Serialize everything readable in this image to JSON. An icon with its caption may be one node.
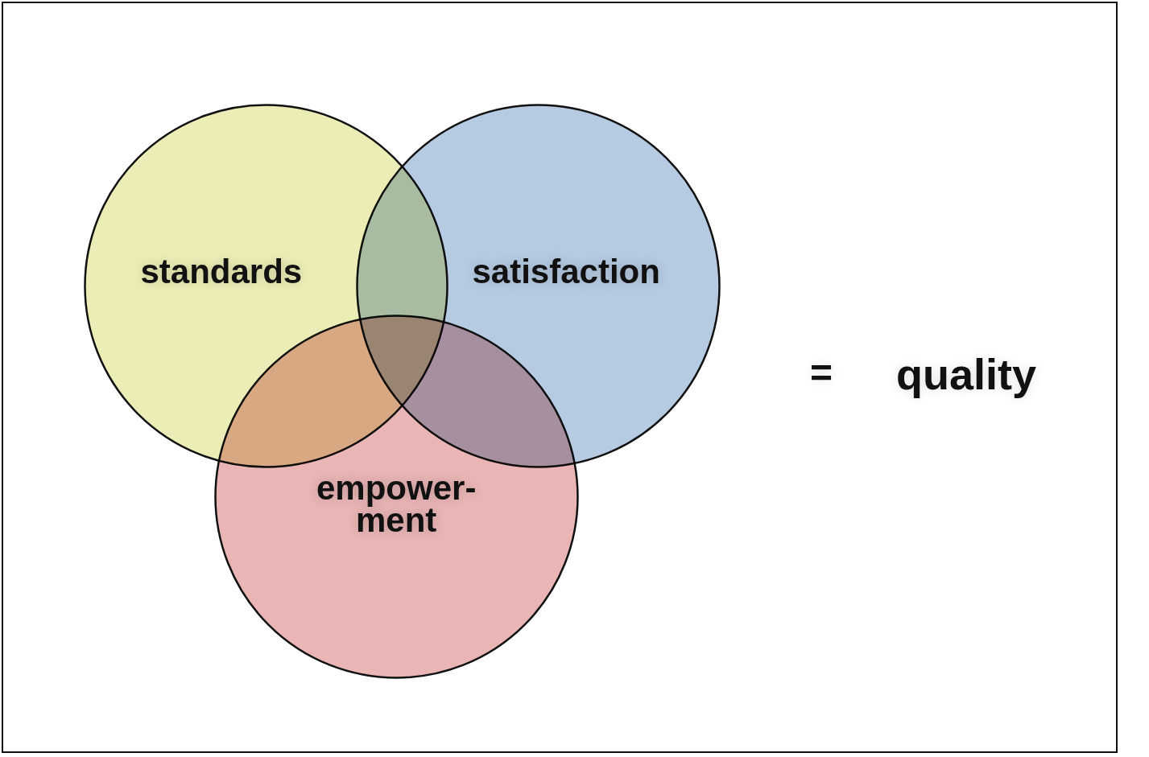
{
  "diagram": {
    "nodes": [
      {
        "text": [
          "standards"
        ]
      },
      {
        "text": [
          "satisfaction"
        ]
      },
      {
        "text": [
          "empower- ment"
        ]
      }
    ],
    "edges": [],
    "labels": [
      "=",
      "quality"
    ]
  }
}
